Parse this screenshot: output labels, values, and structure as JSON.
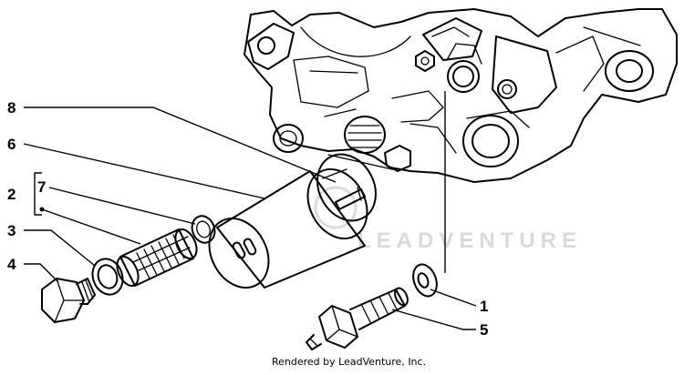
{
  "diagram": {
    "callouts": {
      "c1": "1",
      "c2": "2",
      "c3": "3",
      "c4": "4",
      "c5": "5",
      "c6": "6",
      "c7": "7",
      "c8": "8"
    },
    "watermark": "LEADVENTURE",
    "credit": "Rendered by LeadVenture, Inc."
  }
}
